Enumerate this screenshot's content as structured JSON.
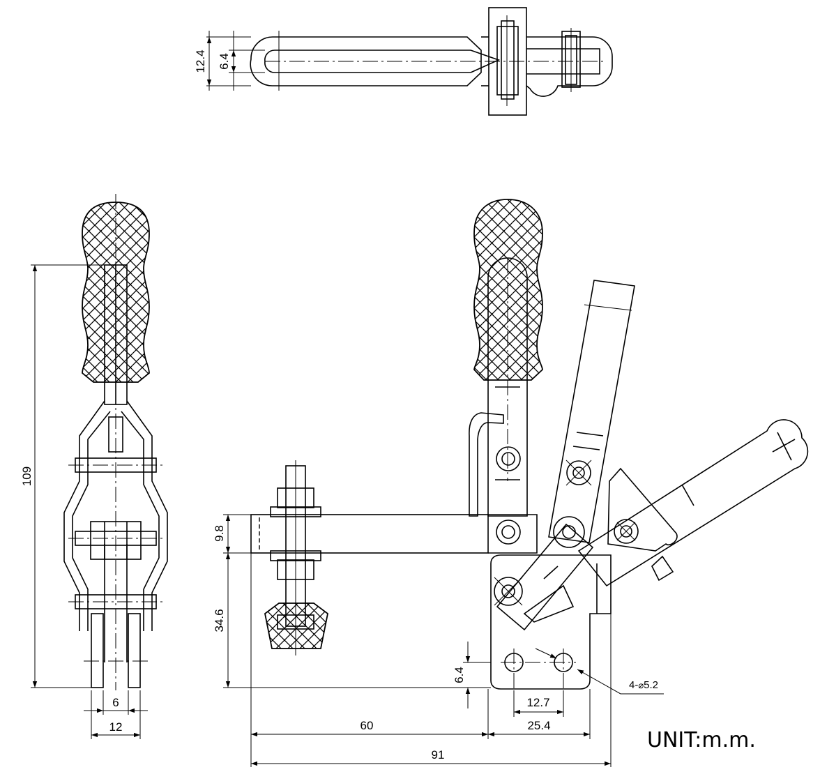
{
  "dimensions": {
    "top_outer_width": "12.4",
    "top_slot_width": "6.4",
    "overall_height": "109",
    "side_inner_width": "6",
    "side_outer_width": "12",
    "arm_thickness": "9.8",
    "spindle_height": "34.6",
    "hole_edge_offset": "6.4",
    "hole_pitch_small": "12.7",
    "base_length": "25.4",
    "reach": "60",
    "overall_length": "91"
  },
  "hole_note": {
    "count": "4-",
    "diameter_symbol": "⌀",
    "diameter": "5.2"
  },
  "unit_label": "UNIT:m.m."
}
